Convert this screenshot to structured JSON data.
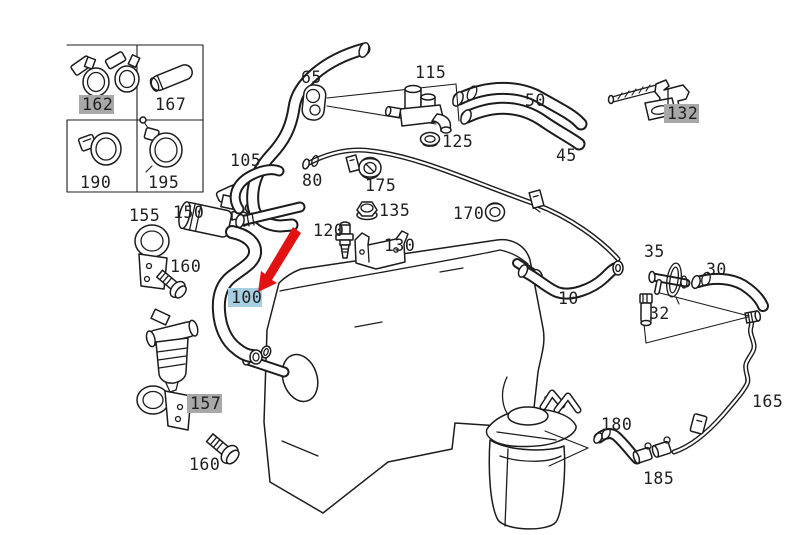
{
  "colors": {
    "background": "#ffffff",
    "line": "#1c1c1c",
    "label_text": "#1f1f1f",
    "highlight_gray": "#a8a8a8",
    "highlight_blue": "#a6cfe2",
    "arrow_red": "#e31212"
  },
  "labels": {
    "n162": "162",
    "n167": "167",
    "n190": "190",
    "n195": "195",
    "n155": "155",
    "n150": "150",
    "n160a": "160",
    "n157": "157",
    "n160b": "160",
    "n105": "105",
    "n80": "80",
    "n65": "65",
    "n115": "115",
    "n125": "125",
    "n50": "50",
    "n45": "45",
    "n132": "132",
    "n175": "175",
    "n135": "135",
    "n120": "120",
    "n130": "130",
    "n170": "170",
    "n10": "10",
    "n35": "35",
    "n30": "30",
    "n32": "32",
    "n100": "100",
    "n180": "180",
    "n185": "185",
    "n165": "165"
  },
  "highlights": {
    "gray_parts": [
      "162",
      "132",
      "157"
    ],
    "blue_parts": [
      "100"
    ],
    "arrow_points_to": "100"
  }
}
